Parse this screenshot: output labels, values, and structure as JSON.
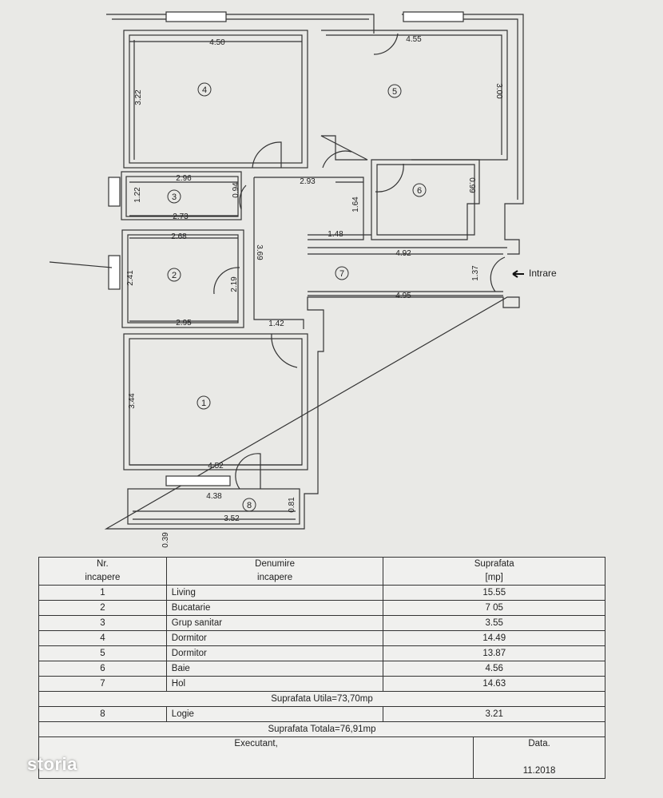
{
  "plan": {
    "rooms": [
      {
        "number": "1",
        "dims": [
          "4.52",
          "3.44"
        ]
      },
      {
        "number": "2",
        "dims": [
          "2.68",
          "2.95",
          "2.41",
          "2.19"
        ]
      },
      {
        "number": "3",
        "dims": [
          "2.96",
          "2.73",
          "1.22",
          "0.94"
        ]
      },
      {
        "number": "4",
        "dims": [
          "4.50",
          "3.22"
        ]
      },
      {
        "number": "5",
        "dims": [
          "4.55",
          "3.00"
        ]
      },
      {
        "number": "6",
        "dims": [
          "0.99"
        ]
      },
      {
        "number": "7",
        "dims": [
          "2.93",
          "1.64",
          "1.48",
          "4.92",
          "4.95",
          "1.37",
          "3.69",
          "1.42"
        ]
      },
      {
        "number": "8",
        "dims": [
          "4.38",
          "3.52",
          "0.81",
          "0.39"
        ]
      }
    ],
    "entrance_label": "Intrare"
  },
  "table": {
    "headers": {
      "nr": [
        "Nr.",
        "incapere"
      ],
      "name": [
        "Denumire",
        "incapere"
      ],
      "area": [
        "Suprafata",
        "[mp]"
      ]
    },
    "rows": [
      {
        "nr": "1",
        "name": "Living",
        "area": "15.55"
      },
      {
        "nr": "2",
        "name": "Bucatarie",
        "area": "7 05"
      },
      {
        "nr": "3",
        "name": "Grup sanitar",
        "area": "3.55"
      },
      {
        "nr": "4",
        "name": "Dormitor",
        "area": "14.49"
      },
      {
        "nr": "5",
        "name": "Dormitor",
        "area": "13.87"
      },
      {
        "nr": "6",
        "name": "Baie",
        "area": "4.56"
      },
      {
        "nr": "7",
        "name": "Hol",
        "area": "14.63"
      }
    ],
    "useful_total": "Suprafata Utila=73,70mp",
    "loggia_row": {
      "nr": "8",
      "name": "Logie",
      "area": "3.21"
    },
    "total": "Suprafata Totala=76,91mp",
    "executant_label": "Executant,",
    "date_label": "Data.",
    "date_value": "11.2018"
  },
  "watermark": "storia",
  "colors": {
    "paper": "#e9e9e6",
    "ink": "#222222"
  }
}
